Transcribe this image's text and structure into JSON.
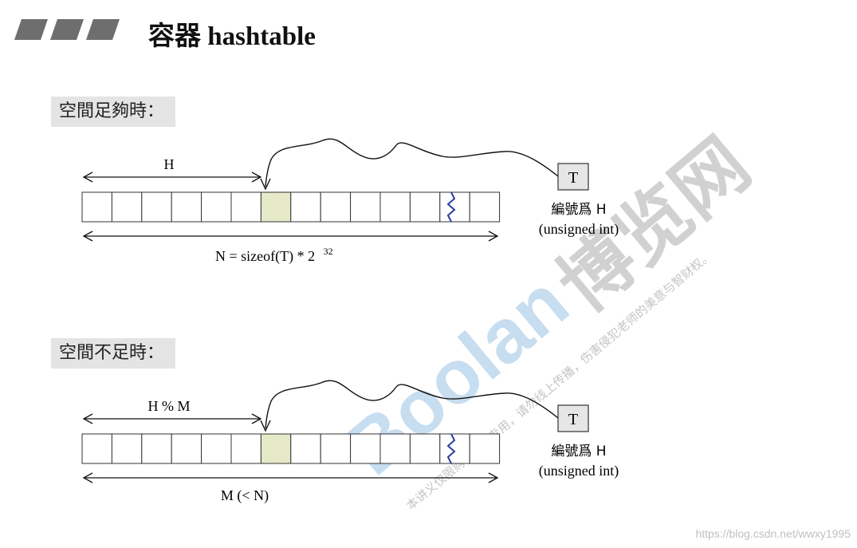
{
  "header": {
    "title": "容器 hashtable"
  },
  "sections": [
    {
      "label": "空間足夠時：",
      "top_arrow_label": "H",
      "bottom_arrow_label": "N = sizeof(T) * 2",
      "bottom_arrow_sup": "32",
      "box_label": "T",
      "caption_line1": "編號爲 H",
      "caption_line2": "(unsigned int)"
    },
    {
      "label": "空間不足時：",
      "top_arrow_label": "H % M",
      "bottom_arrow_label": "M (< N)",
      "bottom_arrow_sup": "",
      "box_label": "T",
      "caption_line1": "編號爲 H",
      "caption_line2": "(unsigned int)"
    }
  ],
  "watermark": {
    "brand": "Boolan",
    "chinese": "博览网",
    "notice": "本讲义仅限购课学员专用，请勿线上传播，伤害侵犯老师的美意与智财权。",
    "url": "https://blog.csdn.net/wwxy1995"
  },
  "colors": {
    "header_bar": "#6e6e6e",
    "label_bg": "#e4e4e4",
    "highlight_cell": "#e9ecc8",
    "watermark_blue": "#b9d4ec",
    "watermark_gray": "#c8c8c8",
    "zigzag": "#2b3f9e"
  }
}
